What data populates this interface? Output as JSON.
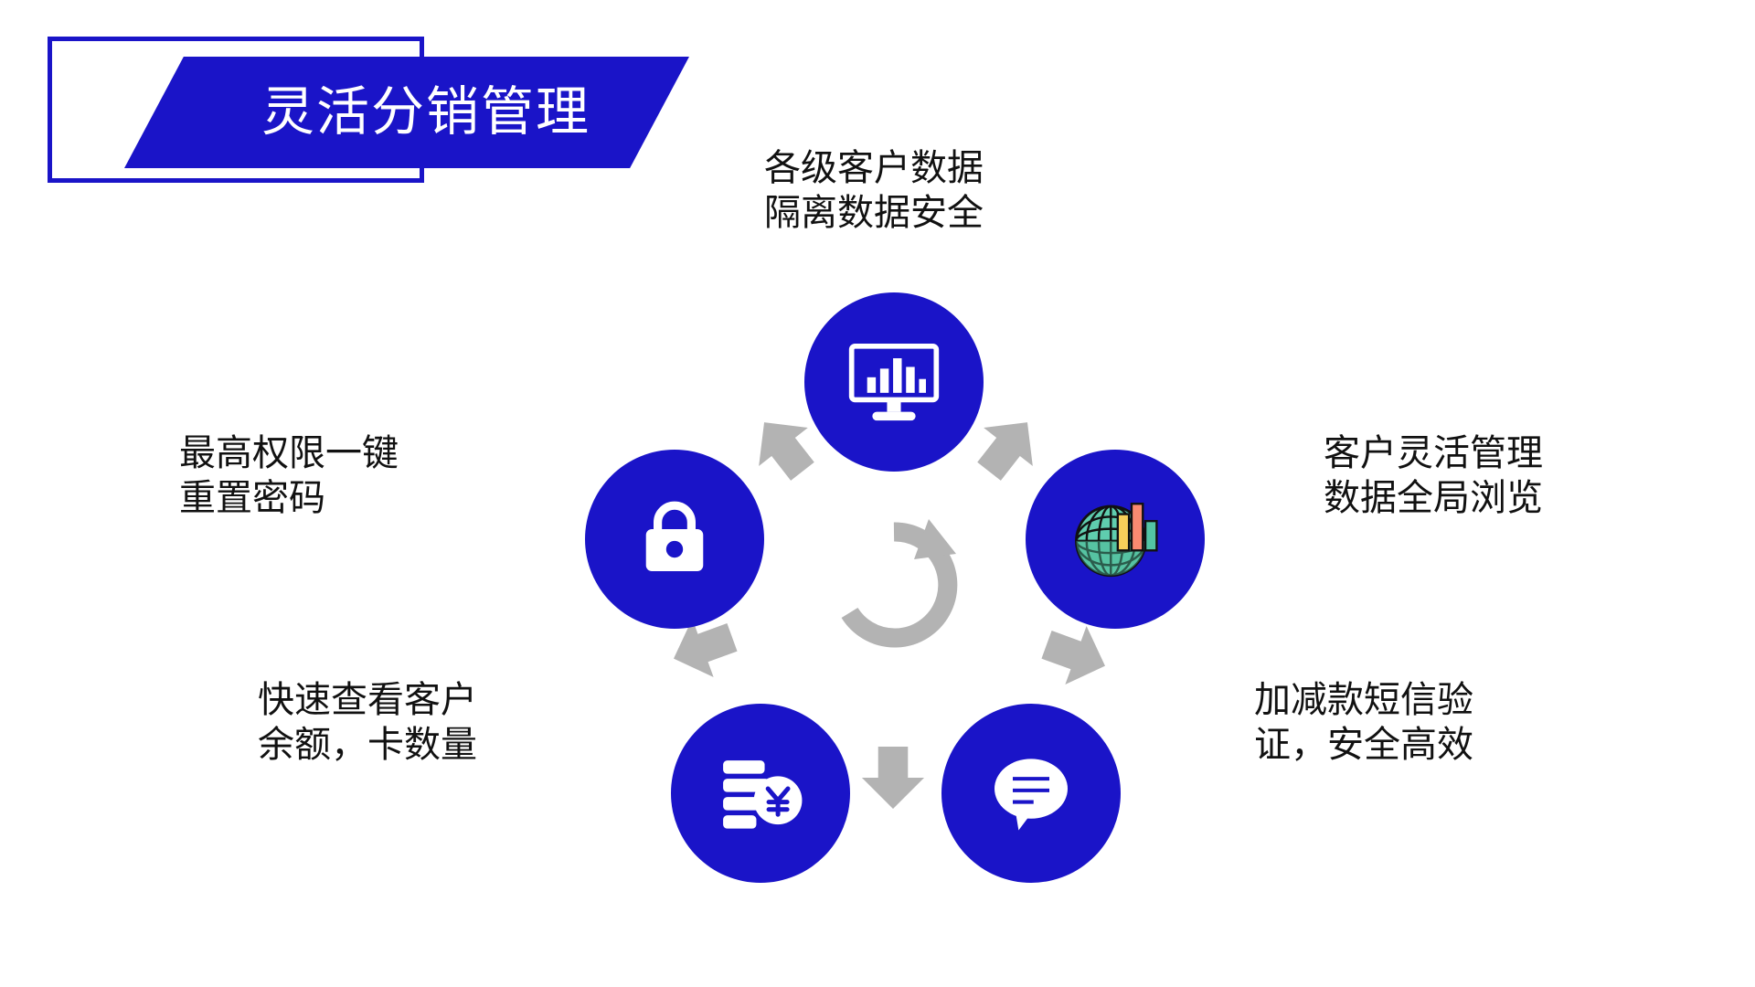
{
  "slide": {
    "title": "灵活分销管理",
    "background_color": "#ffffff",
    "accent_color": "#1a14c8",
    "arrow_color": "#b3b3b3"
  },
  "nodes": [
    {
      "id": "top",
      "icon": "monitor-bar-chart-icon",
      "label": "各级客户数据\n隔离数据安全"
    },
    {
      "id": "right",
      "icon": "globe-bar-chart-icon",
      "label": "客户灵活管理\n数据全局浏览"
    },
    {
      "id": "bottom-right",
      "icon": "chat-bubble-icon",
      "label": "加减款短信验\n证，安全高效"
    },
    {
      "id": "bottom-left",
      "icon": "coins-yuan-icon",
      "label": "快速查看客户\n余额，卡数量"
    },
    {
      "id": "left",
      "icon": "lock-icon",
      "label": "最高权限一键\n重置密码"
    }
  ],
  "center": {
    "icon": "refresh-cycle-icon"
  },
  "connectors": [
    {
      "id": "arrow-left-to-top",
      "icon": "chevron-arrow-icon"
    },
    {
      "id": "arrow-top-to-right",
      "icon": "chevron-arrow-icon"
    },
    {
      "id": "arrow-right-to-bottom-right",
      "icon": "chevron-arrow-icon"
    },
    {
      "id": "arrow-bottom-right-to-bottom-left",
      "icon": "chevron-arrow-icon"
    },
    {
      "id": "arrow-bottom-left-to-left",
      "icon": "chevron-arrow-icon"
    }
  ],
  "icon_colors": {
    "globe_body": "#5fcdae",
    "globe_body_dark": "#4cb894",
    "globe_outline": "#111111",
    "bar_yellow": "#f7cf5a",
    "bar_salmon": "#f98a71",
    "bar_teal": "#53c4a4",
    "icon_white": "#ffffff"
  }
}
